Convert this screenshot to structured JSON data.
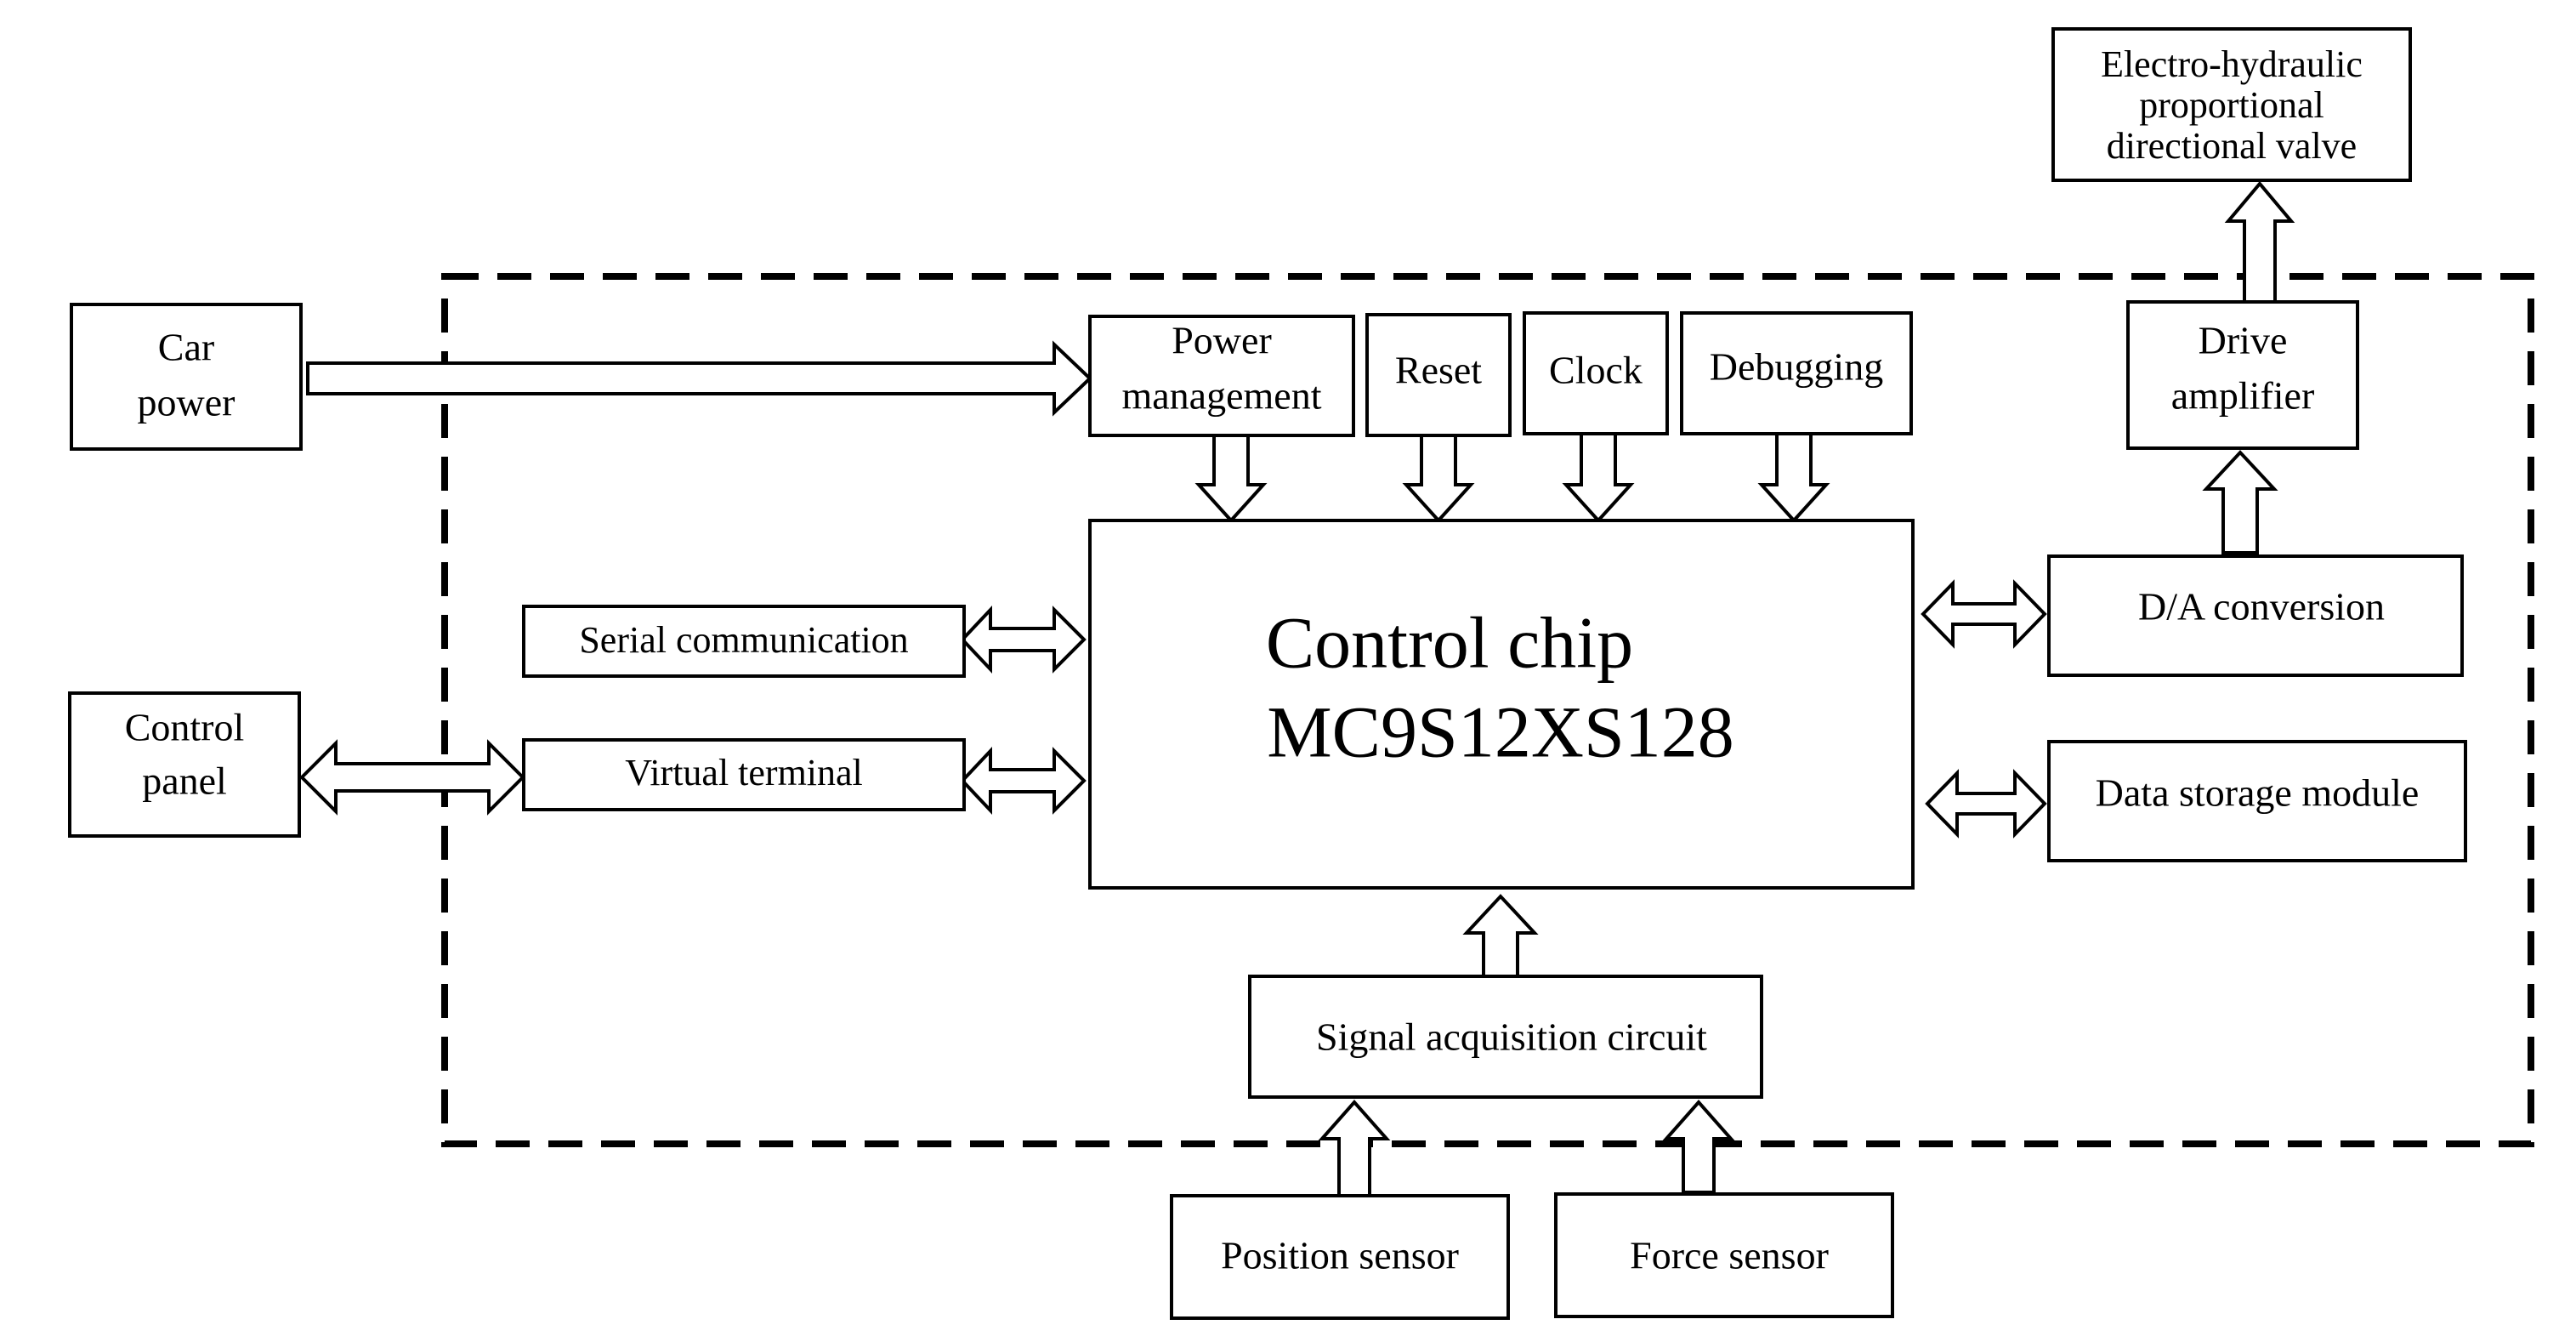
{
  "diagram": {
    "car_power": [
      "Car",
      "power"
    ],
    "control_panel": [
      "Control",
      "panel"
    ],
    "power_management": [
      "Power",
      "management"
    ],
    "reset": "Reset",
    "clock": "Clock",
    "debugging": "Debugging",
    "drive_amplifier": [
      "Drive",
      "amplifier"
    ],
    "valve": [
      "Electro-hydraulic",
      "proportional",
      "directional valve"
    ],
    "serial_communication": "Serial communication",
    "virtual_terminal": "Virtual terminal",
    "control_chip": [
      "Control chip",
      "MC9S12XS128"
    ],
    "da_conversion": "D/A  conversion",
    "data_storage": "Data storage module",
    "signal_acquisition": "Signal acquisition circuit",
    "position_sensor": "Position sensor",
    "force_sensor": "Force sensor"
  }
}
